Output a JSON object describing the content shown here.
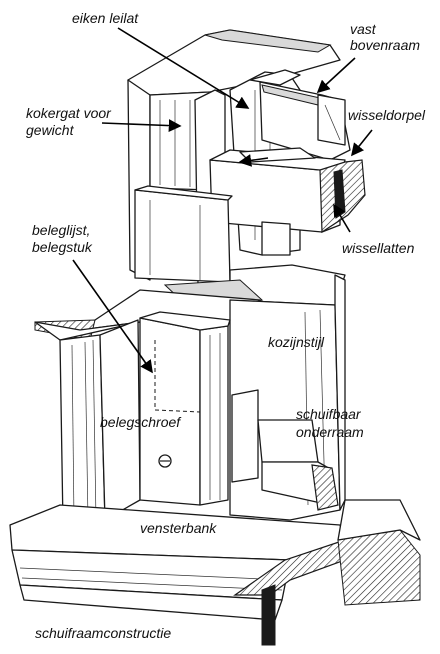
{
  "labels": {
    "eiken_leilat": "eiken leilat",
    "vast_bovenraam_1": "vast",
    "vast_bovenraam_2": "bovenraam",
    "kokergat_1": "kokergat voor",
    "kokergat_2": "gewicht",
    "wisseldorpel": "wisseldorpel",
    "wissellatten": "wissellatten",
    "beleglijst_1": "beleglijst,",
    "beleglijst_2": "belegstuk",
    "kozijnstijl": "kozijnstijl",
    "belegschroef": "belegschroef",
    "schuifbaar_1": "schuifbaar",
    "schuifbaar_2": "onderraam",
    "vensterbank": "vensterbank",
    "caption": "schuifraamconstructie"
  }
}
